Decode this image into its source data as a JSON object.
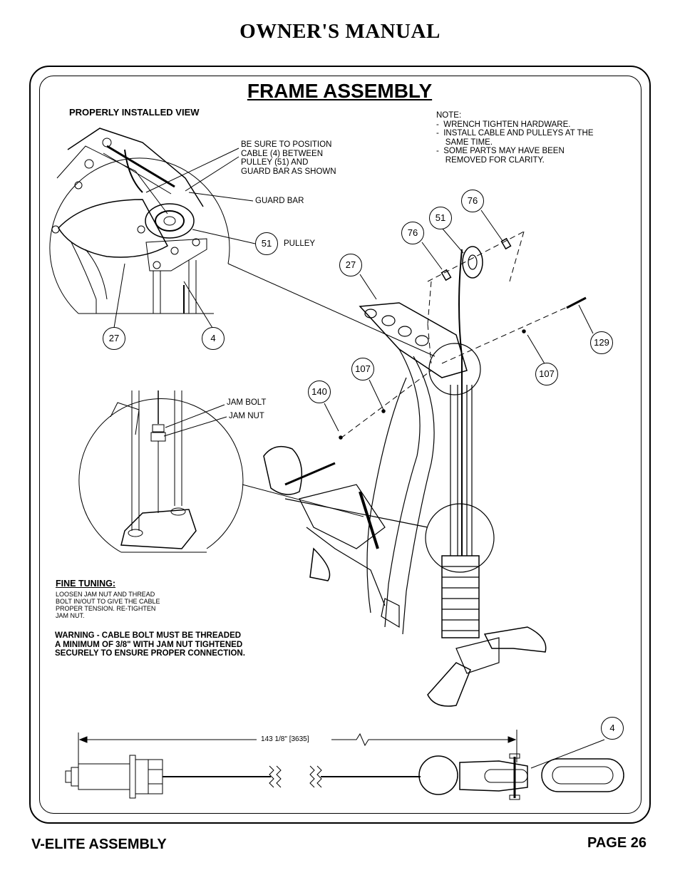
{
  "header": {
    "title": "OWNER'S MANUAL"
  },
  "section": {
    "title": "FRAME ASSEMBLY"
  },
  "detail_view": {
    "heading": "PROPERLY INSTALLED VIEW"
  },
  "annotations": {
    "cable_position": [
      "BE SURE TO POSITION",
      "CABLE (4) BETWEEN",
      "PULLEY (51) AND",
      "GUARD BAR AS SHOWN"
    ],
    "guard_bar": "GUARD BAR",
    "pulley": "PULLEY",
    "jam_bolt": "JAM BOLT",
    "jam_nut": "JAM NUT"
  },
  "note": {
    "heading": "NOTE:",
    "items": [
      "-  WRENCH TIGHTEN HARDWARE.",
      "-  INSTALL CABLE AND PULLEYS AT THE",
      "    SAME TIME.",
      "-  SOME PARTS MAY HAVE BEEN",
      "    REMOVED FOR CLARITY."
    ]
  },
  "fine_tuning": {
    "heading": "FINE TUNING:",
    "lines": [
      "LOOSEN JAM NUT AND THREAD",
      "BOLT IN/OUT TO GIVE THE CABLE",
      "PROPER TENSION.  RE-TIGHTEN",
      "JAM NUT."
    ]
  },
  "warning": {
    "lines": [
      "WARNING - CABLE BOLT MUST BE THREADED",
      "A MINIMUM OF 3/8\" WITH JAM NUT TIGHTENED",
      "SECURELY TO ENSURE PROPER CONNECTION."
    ]
  },
  "callouts": {
    "c51_detail": "51",
    "c27_detail": "27",
    "c4_detail": "4",
    "c76_top": "76",
    "c51_main": "51",
    "c76_left": "76",
    "c27_main": "27",
    "c129": "129",
    "c107_left": "107",
    "c107_right": "107",
    "c140": "140",
    "c4_cable": "4"
  },
  "cable": {
    "length": "143 1/8\" [3635]"
  },
  "footer": {
    "left": "V-ELITE ASSEMBLY",
    "right": "PAGE 26"
  }
}
